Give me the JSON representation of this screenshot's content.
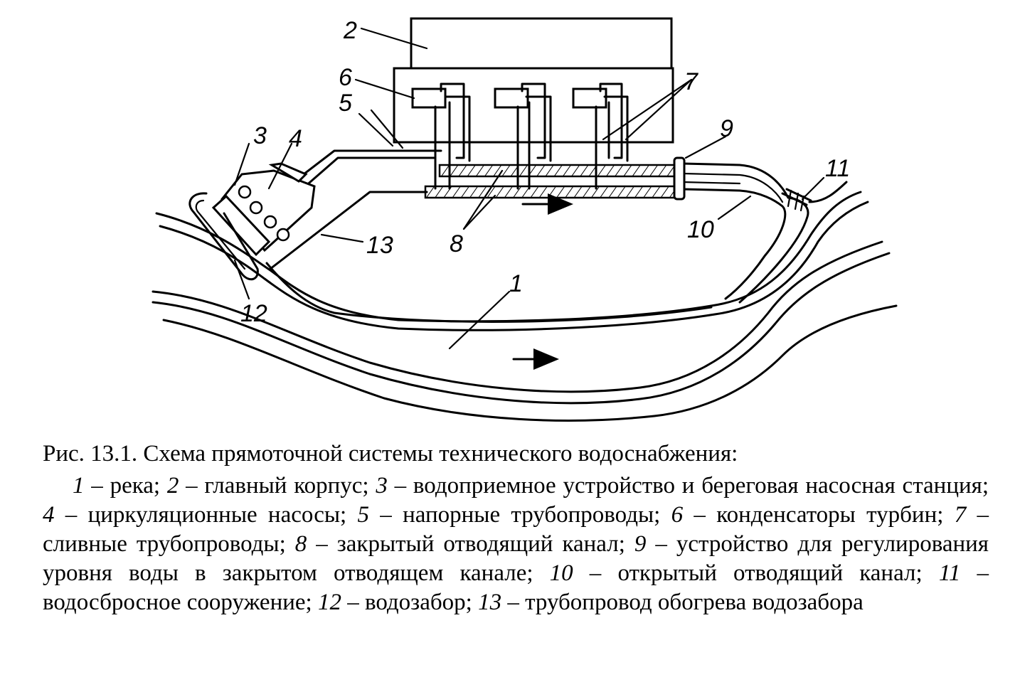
{
  "figure": {
    "labels": [
      "1",
      "2",
      "3",
      "4",
      "5",
      "6",
      "7",
      "8",
      "9",
      "10",
      "11",
      "12",
      "13"
    ]
  },
  "caption": {
    "title": "Рис. 13.1. Схема прямоточной системы технического водоснабжения:",
    "legend": [
      {
        "num": "1",
        "text": " – река; "
      },
      {
        "num": "2",
        "text": " – главный корпус; "
      },
      {
        "num": "3",
        "text": " – водоприемное устройство и береговая насосная станция; "
      },
      {
        "num": "4",
        "text": " – циркуляционные насосы; "
      },
      {
        "num": "5",
        "text": " – напорные трубопроводы; "
      },
      {
        "num": "6",
        "text": " – конденсаторы турбин; "
      },
      {
        "num": "7",
        "text": " – сливные трубопроводы; "
      },
      {
        "num": "8",
        "text": " – закрытый отводящий канал; "
      },
      {
        "num": "9",
        "text": " – устройство для регулирования уровня воды в закрытом отводящем канале; "
      },
      {
        "num": "10",
        "text": " – открытый отводящий канал; "
      },
      {
        "num": "11",
        "text": " – водосбросное сооружение; "
      },
      {
        "num": "12",
        "text": " – водозабор; "
      },
      {
        "num": "13",
        "text": " – трубопровод обогрева водозабора"
      }
    ]
  }
}
